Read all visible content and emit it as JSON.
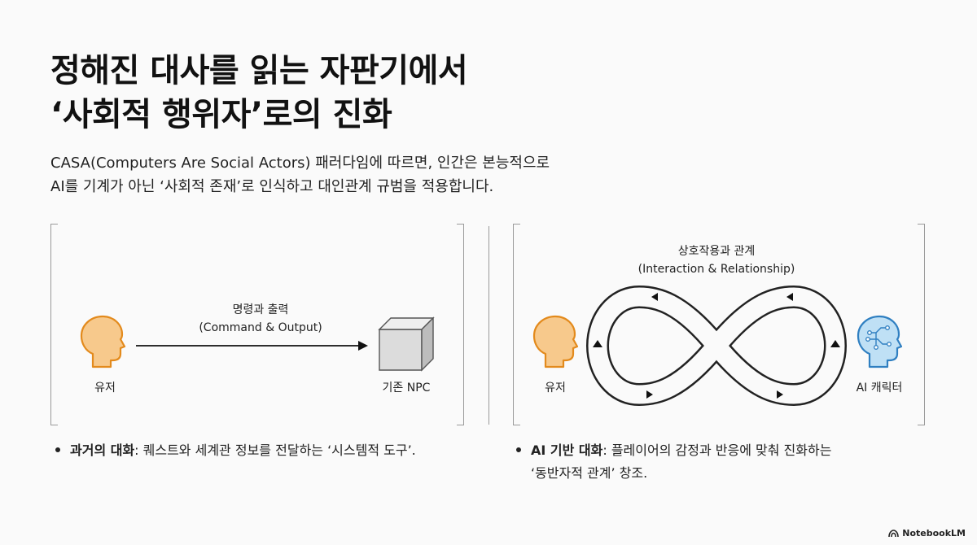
{
  "title_line1": "정해진 대사를 읽는 자판기에서",
  "title_line2": "‘사회적 행위자’로의 진화",
  "subtitle_line1": "CASA(Computers Are Social Actors) 패러다임에 따르면, 인간은 본능적으로",
  "subtitle_line2": "AI를 기계가 아닌 ‘사회적 존재’로 인식하고 대인관계 규범을 적용합니다.",
  "left": {
    "user_label": "유저",
    "arrow_label_ko": "명령과 출력",
    "arrow_label_en": "(Command & Output)",
    "npc_label": "기존 NPC"
  },
  "right": {
    "loop_label_ko": "상호작용과 관계",
    "loop_label_en": "(Interaction & Relationship)",
    "user_label": "유저",
    "ai_label": "AI 캐릭터"
  },
  "bullet_left": {
    "bold": "과거의 대화",
    "text": ": 퀘스트와 세계관 정보를 전달하는 ‘시스템적 도구’."
  },
  "bullet_right": {
    "bold": "AI 기반 대화",
    "text": ": 플레이어의 감정과 반응에 맞춰 진화하는",
    "text2": "‘동반자적 관계’ 창조."
  },
  "brand": "NotebookLM",
  "colors": {
    "user_head": "#f7c98c",
    "user_stroke": "#e38a1c",
    "ai_head": "#bfe0f5",
    "ai_stroke": "#2f7fc1"
  },
  "icons": [
    "user-head-icon",
    "npc-cube-icon",
    "ai-brain-head-icon",
    "infinity-loop-icon",
    "notebooklm-logo-icon"
  ]
}
